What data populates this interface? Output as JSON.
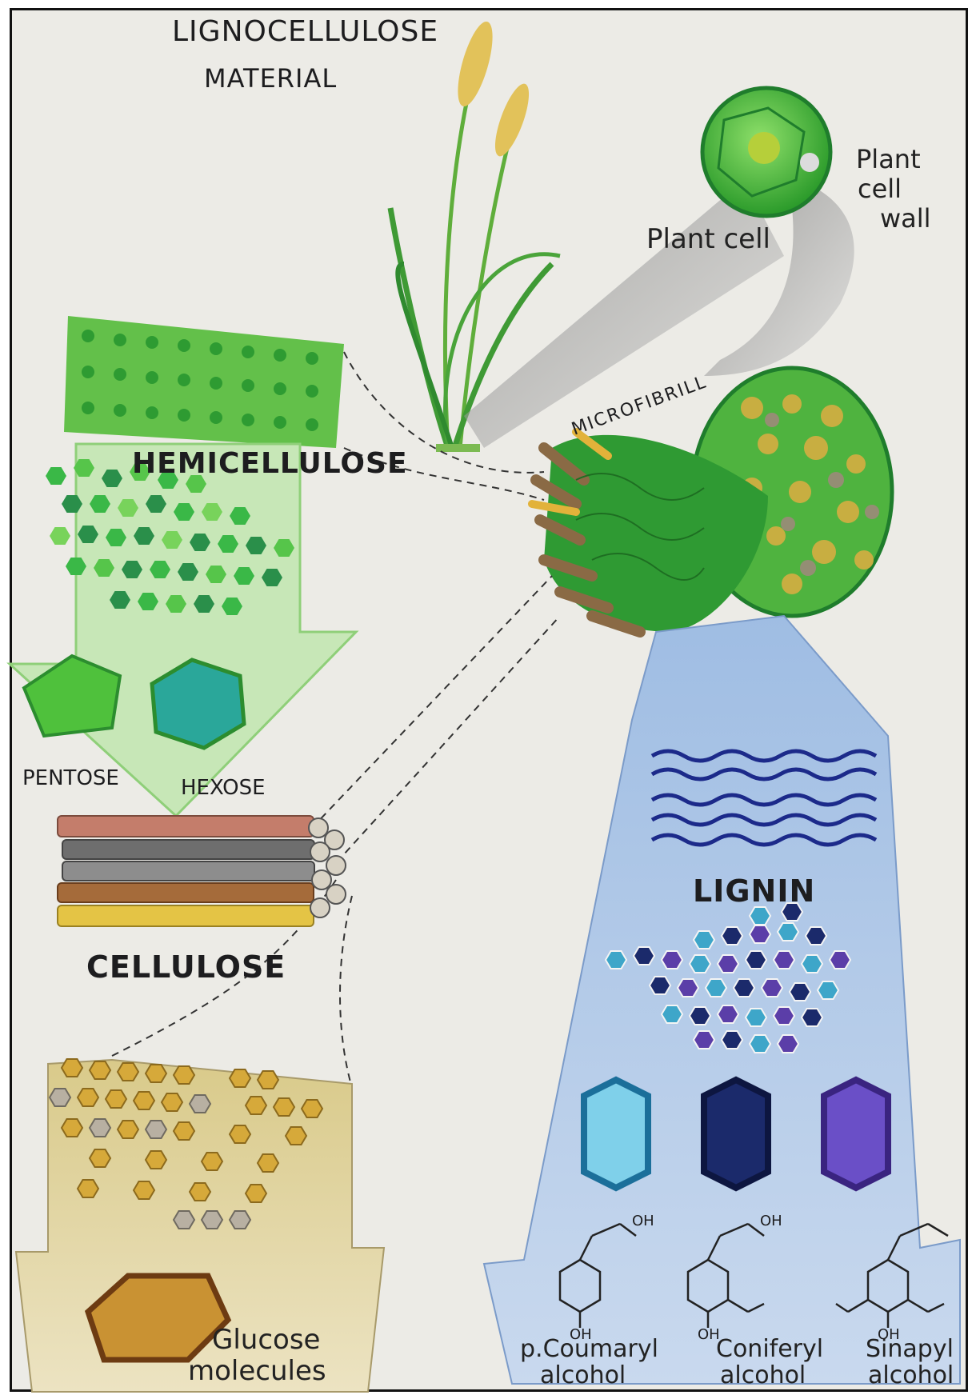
{
  "title": {
    "line1": "LIGNOCELLULOSE",
    "line2": "MATERIAL"
  },
  "labels": {
    "plant_cell": "Plant cell",
    "plant_cell_wall": [
      "Plant",
      "cell",
      "wall"
    ],
    "microfibrill": "MICROFIBRILL",
    "hemicellulose": "HEMICELLULOSE",
    "pentose": "PENTOSE",
    "hexose": "HEXOSE",
    "cellulose": "CELLULOSE",
    "glucose": [
      "Glucose",
      "molecules"
    ],
    "lignin": "LIGNIN",
    "oh": "OH",
    "monomers": [
      {
        "line1": "p.Coumaryl",
        "line2": "alcohol"
      },
      {
        "line1": "Coniferyl",
        "line2": "alcohol"
      },
      {
        "line1": "Sinapyl",
        "line2": "alcohol"
      }
    ]
  },
  "colors": {
    "paper": "#ecebe6",
    "green": "#3aa83a",
    "dark_green": "#1f7d2c",
    "lignin_blue": "#a9c4e6",
    "navy": "#1b2a6b",
    "purple": "#5b3ea8",
    "cyan": "#3ea6c9",
    "gold": "#c9a23c",
    "brown": "#8a4a1c"
  }
}
